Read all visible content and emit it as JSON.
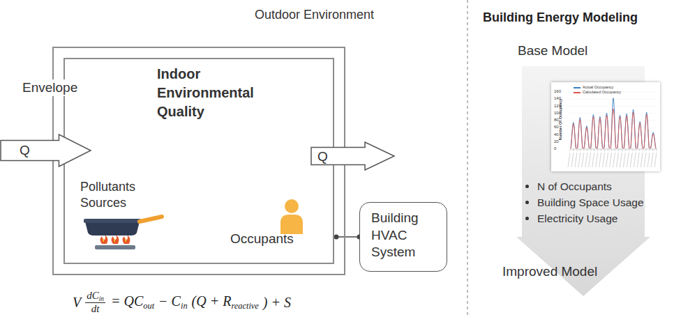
{
  "diagram": {
    "nodes": [
      {
        "text": [
          "Indoor Environmental Quality"
        ]
      },
      {
        "text": [
          "Q"
        ]
      },
      {
        "text": [
          "Q"
        ]
      },
      {
        "text": [
          "Building HVAC System"
        ]
      },
      {
        "text": [
          "Occupants"
        ],
        "in": 0
      },
      {
        "text": [
          "N of Occupants",
          "Building Space Usage",
          "Electricity Usage"
        ]
      }
    ],
    "edges": [
      {
        "from": 4,
        "to": 3,
        "arrow": "none"
      }
    ],
    "labels": [
      "Outdoor Environment",
      "Envelope",
      "Pollutants Sources",
      "V",
      "dC",
      "in",
      "dt",
      "= QC",
      "out",
      "− C",
      "in",
      "(Q + R",
      "reactive",
      ") + S",
      "Building Energy Modeling",
      "Base Model",
      "Number Of Occupancy",
      "0",
      "20",
      "40",
      "60",
      "80",
      "100",
      "120",
      "140",
      "160",
      "Improved Model"
    ],
    "legend": [
      {
        "text": "Actual Occupancy",
        "color": "#3b7fc4"
      },
      {
        "text": "Calculated Occupancy",
        "color": "#d9534f"
      }
    ]
  }
}
